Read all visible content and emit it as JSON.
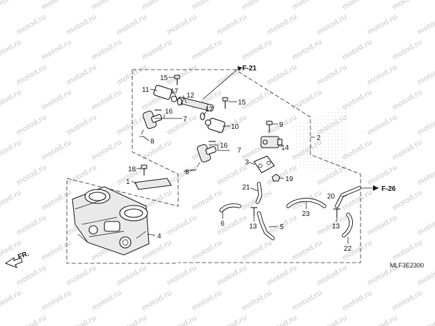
{
  "diagram": {
    "watermark_text": "motod.ru",
    "diagram_code": "MLF3E2300",
    "front_label": "FR.",
    "refs": {
      "f21": "F-21",
      "f26": "F-26"
    },
    "part_labels": {
      "p1": "1",
      "p2": "2",
      "p3": "3",
      "p4": "4",
      "p5": "5",
      "p6": "6",
      "p7a": "7",
      "p7b": "7",
      "p8a": "8",
      "p8b": "8",
      "p9": "9",
      "p10": "10",
      "p11": "11",
      "p12": "12",
      "p13a": "13",
      "p13b": "13",
      "p14": "14",
      "p15a": "15",
      "p15b": "15",
      "p16a": "16",
      "p16b": "16",
      "p17a": "17",
      "p17b": "17",
      "p18": "18",
      "p19": "19",
      "p20": "20",
      "p21": "21",
      "p22": "22",
      "p23": "23"
    }
  }
}
